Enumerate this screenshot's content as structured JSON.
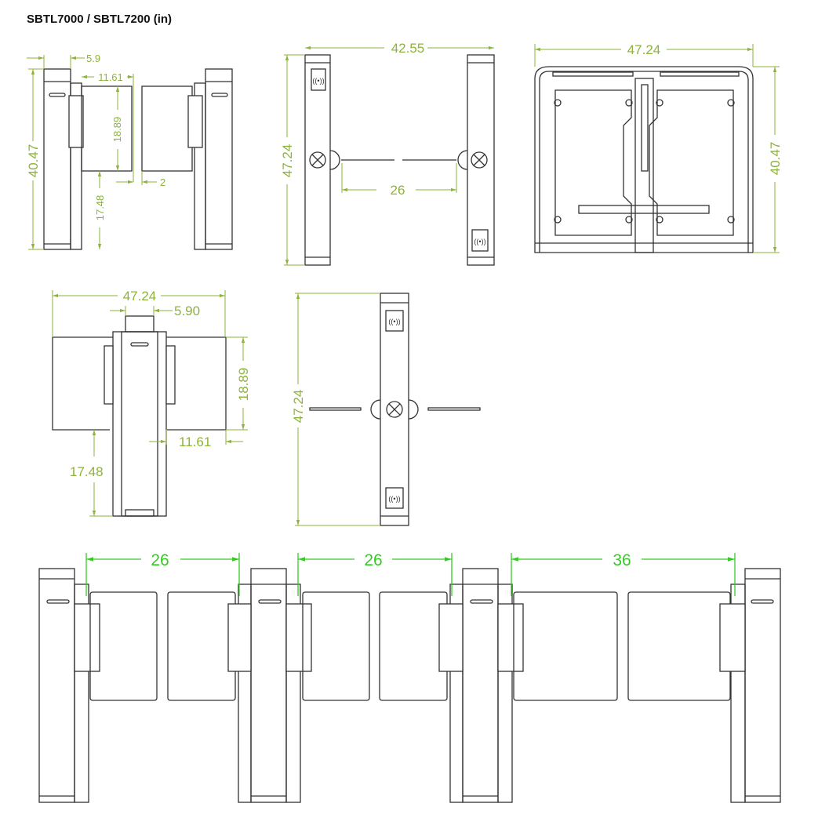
{
  "title": "SBTL7000 / SBTL7200 (in)",
  "colors": {
    "dimension": "#8db33a",
    "dimension_bottom": "#33cc22",
    "line": "#333333"
  },
  "front_view": {
    "pillar_width": "5.9",
    "panel_width": "11.61",
    "panel_height": "18.89",
    "gap": "2",
    "panel_floor_height": "17.48",
    "total_height": "40.47"
  },
  "top_view": {
    "overall_width": "42.55",
    "depth": "47.24",
    "passage_width": "26"
  },
  "side_view": {
    "depth": "47.24",
    "height": "40.47"
  },
  "side_open_view": {
    "overall_width": "47.24",
    "pillar_width": "5.90",
    "panel_height": "18.89",
    "panel_width": "11.61",
    "panel_floor_height": "17.48"
  },
  "top_single_view": {
    "depth": "47.24"
  },
  "multi_lane_view": {
    "lane_1": "26",
    "lane_2": "26",
    "lane_3": "36"
  }
}
